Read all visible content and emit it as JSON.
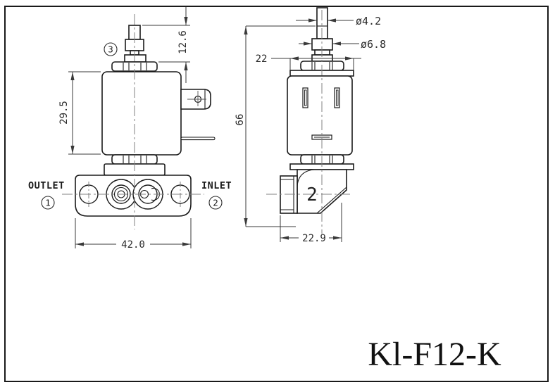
{
  "drawing": {
    "part_number": "Kl-F12-K",
    "front_view": {
      "outlet_label": "OUTLET",
      "inlet_label": "INLET",
      "outlet_ref": "1",
      "inlet_ref": "2",
      "stem_ref": "3",
      "dim_stem_height": "12.6",
      "dim_coil_height": "29.5",
      "dim_base_width": "42.0"
    },
    "side_view": {
      "dim_tip_diameter": "ø4.2",
      "dim_stem_diameter": "ø6.8",
      "dim_top_width": "22",
      "dim_total_height": "66",
      "dim_connector_width": "22.9",
      "connector_mark": "2"
    },
    "colors": {
      "object_line": "#1a1a1a",
      "dimension_line": "#3a3a3a",
      "centerline": "#808080",
      "background": "#ffffff"
    }
  }
}
